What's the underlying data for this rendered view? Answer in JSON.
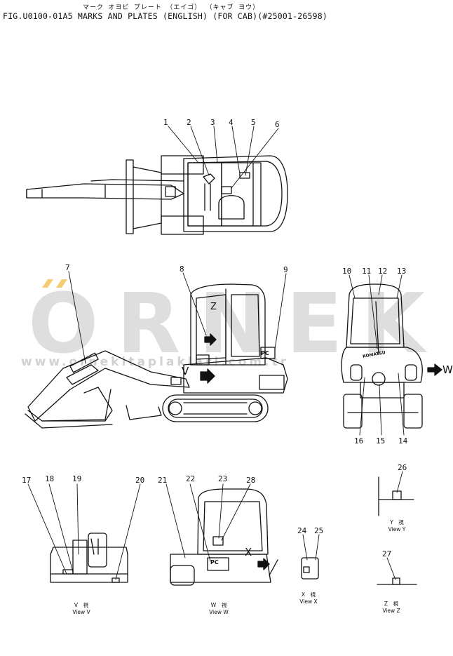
{
  "header": {
    "title_jp": "マーク オヨビ プレート （エイゴ） （キャブ ヨウ）",
    "title_en": "FIG.U0100-01A5  MARKS AND PLATES (ENGLISH) (FOR CAB)(#25001-26598)"
  },
  "watermark": {
    "brand": "ORNEK",
    "url": "www.ornekitaplaklari.com.tr"
  },
  "callouts": [
    {
      "id": "1",
      "label": "1"
    },
    {
      "id": "2",
      "label": "2"
    },
    {
      "id": "3",
      "label": "3"
    },
    {
      "id": "4",
      "label": "4"
    },
    {
      "id": "5",
      "label": "5"
    },
    {
      "id": "6",
      "label": "6"
    },
    {
      "id": "7",
      "label": "7"
    },
    {
      "id": "8",
      "label": "8"
    },
    {
      "id": "9",
      "label": "9"
    },
    {
      "id": "10",
      "label": "10"
    },
    {
      "id": "11",
      "label": "11"
    },
    {
      "id": "12",
      "label": "12"
    },
    {
      "id": "13",
      "label": "13"
    },
    {
      "id": "14",
      "label": "14"
    },
    {
      "id": "15",
      "label": "15"
    },
    {
      "id": "16",
      "label": "16"
    },
    {
      "id": "17",
      "label": "17"
    },
    {
      "id": "18",
      "label": "18"
    },
    {
      "id": "19",
      "label": "19"
    },
    {
      "id": "20",
      "label": "20"
    },
    {
      "id": "21",
      "label": "21"
    },
    {
      "id": "22",
      "label": "22"
    },
    {
      "id": "23",
      "label": "23"
    },
    {
      "id": "24",
      "label": "24"
    },
    {
      "id": "25",
      "label": "25"
    },
    {
      "id": "26",
      "label": "26"
    },
    {
      "id": "27",
      "label": "27"
    },
    {
      "id": "28",
      "label": "28"
    }
  ],
  "view_markers": {
    "v": "V",
    "w": "W",
    "x": "X",
    "z": "Z"
  },
  "in_drawing_text": {
    "pc": "PC",
    "komatsu": "KOMATSU"
  },
  "views": {
    "v": {
      "jp": "V　視",
      "en": "View V"
    },
    "w": {
      "jp": "W　視",
      "en": "View W"
    },
    "x": {
      "jp": "X　視",
      "en": "View X"
    },
    "y": {
      "jp": "Y　視",
      "en": "View Y"
    },
    "z": {
      "jp": "Z　視",
      "en": "View Z"
    }
  }
}
